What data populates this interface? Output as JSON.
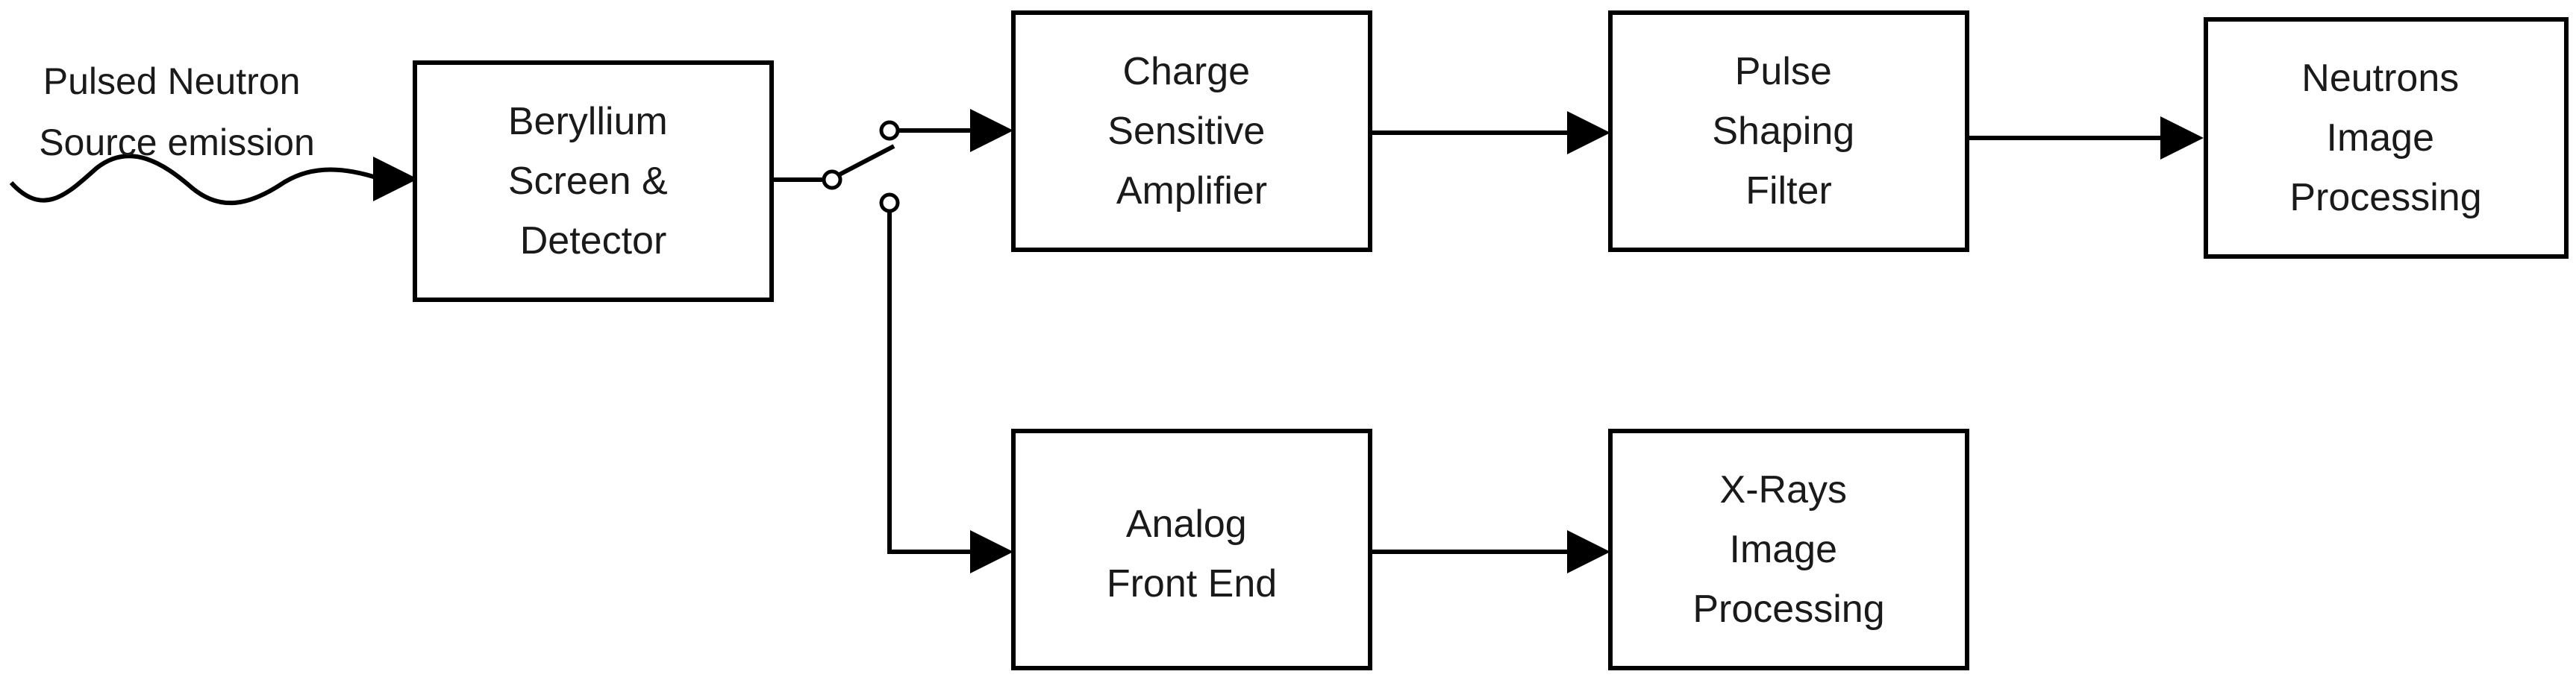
{
  "source_label": [
    "Pulsed Neutron",
    "Source emission"
  ],
  "blocks": {
    "beryllium": [
      "Beryllium",
      "Screen &",
      "Detector"
    ],
    "csa": [
      "Charge",
      "Sensitive",
      "Amplifier"
    ],
    "psf": [
      "Pulse",
      "Shaping",
      "Filter"
    ],
    "neutrons": [
      "Neutrons",
      "Image",
      "Processing"
    ],
    "afe": [
      "Analog",
      "Front End"
    ],
    "xrays": [
      "X-Rays",
      "Image",
      "Processing"
    ]
  }
}
